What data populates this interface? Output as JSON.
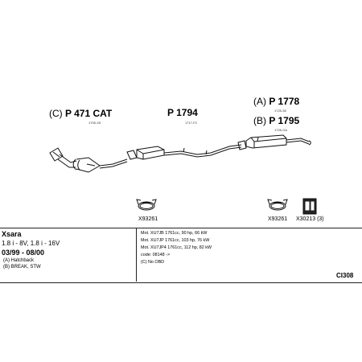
{
  "parts": {
    "cat": {
      "prefix": "(C)",
      "name": "P 471 CAT",
      "ref": "1705-X5"
    },
    "middle": {
      "name": "P 1794",
      "ref": "1717-F2"
    },
    "rear_a": {
      "prefix": "(A)",
      "name": "P 1778",
      "ref": "1725-38"
    },
    "rear_b": {
      "prefix": "(B)",
      "name": "P 1795",
      "ref": "1726-GA"
    }
  },
  "clamps": {
    "left": "X93261",
    "right": "X93261",
    "hanger": "X30213 (3)"
  },
  "vehicle": {
    "model": "Xsara",
    "engines": "1.8 i - 8V, 1.8 i - 16V",
    "dates": "03/99 - 08/00",
    "variants": [
      "(A) Hatchback",
      "(B) BREAK, STW"
    ]
  },
  "specs": [
    "Mot. XU7JB 1761cc, 90 hp, 66 kW",
    "Mot. XU7JP 1761cc, 103 hp, 76 kW",
    "Mot. XU7JP4 1761cc, 112 hp, 82 kW",
    "code: 08148 ->",
    "(C) No OBD"
  ],
  "diagram_code": "CI308"
}
